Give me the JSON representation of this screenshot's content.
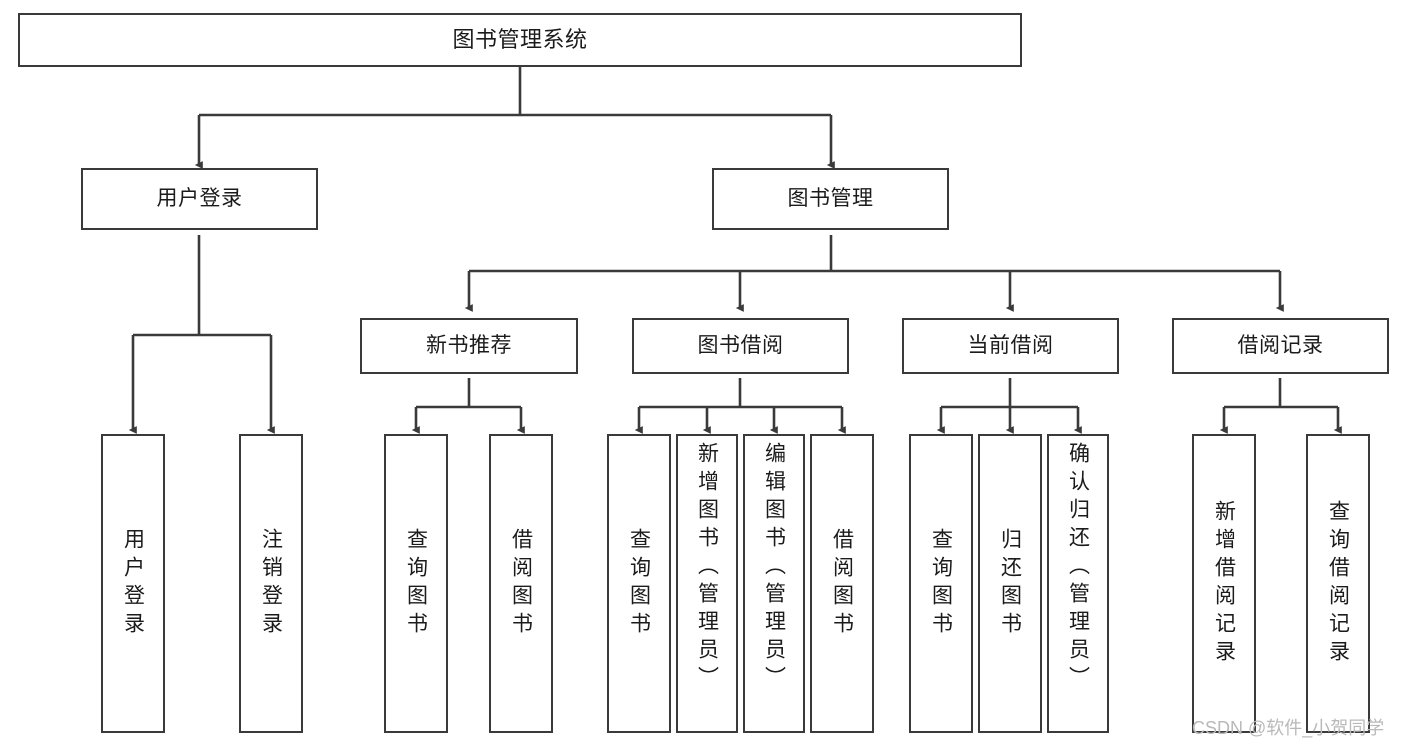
{
  "diagram": {
    "title": "图书管理系统",
    "type": "function-structure-tree",
    "watermark": "CSDN @软件_小贺同学",
    "colors": {
      "stroke": "#3a3a3a",
      "node_fill": "#ffffff",
      "text": "#1b1b1b",
      "watermark": "#b9b9b9",
      "background": "#ffffff"
    },
    "root": {
      "label": "图书管理系统"
    },
    "level2": [
      {
        "label": "用户登录"
      },
      {
        "label": "图书管理"
      }
    ],
    "level3": [
      {
        "label": "新书推荐"
      },
      {
        "label": "图书借阅"
      },
      {
        "label": "当前借阅"
      },
      {
        "label": "借阅记录"
      }
    ],
    "leaves": {
      "user_login": [
        {
          "label": "用户登录"
        },
        {
          "label": "注销登录"
        }
      ],
      "new_book_recommend": [
        {
          "label": "查询图书"
        },
        {
          "label": "借阅图书"
        }
      ],
      "book_borrow": [
        {
          "label": "查询图书"
        },
        {
          "label": "新增图书（管理员）"
        },
        {
          "label": "编辑图书（管理员）"
        },
        {
          "label": "借阅图书"
        }
      ],
      "current_borrow": [
        {
          "label": "查询图书"
        },
        {
          "label": "归还图书"
        },
        {
          "label": "确认归还（管理员）"
        }
      ],
      "borrow_record": [
        {
          "label": "新增借阅记录"
        },
        {
          "label": "查询借阅记录"
        }
      ]
    }
  }
}
